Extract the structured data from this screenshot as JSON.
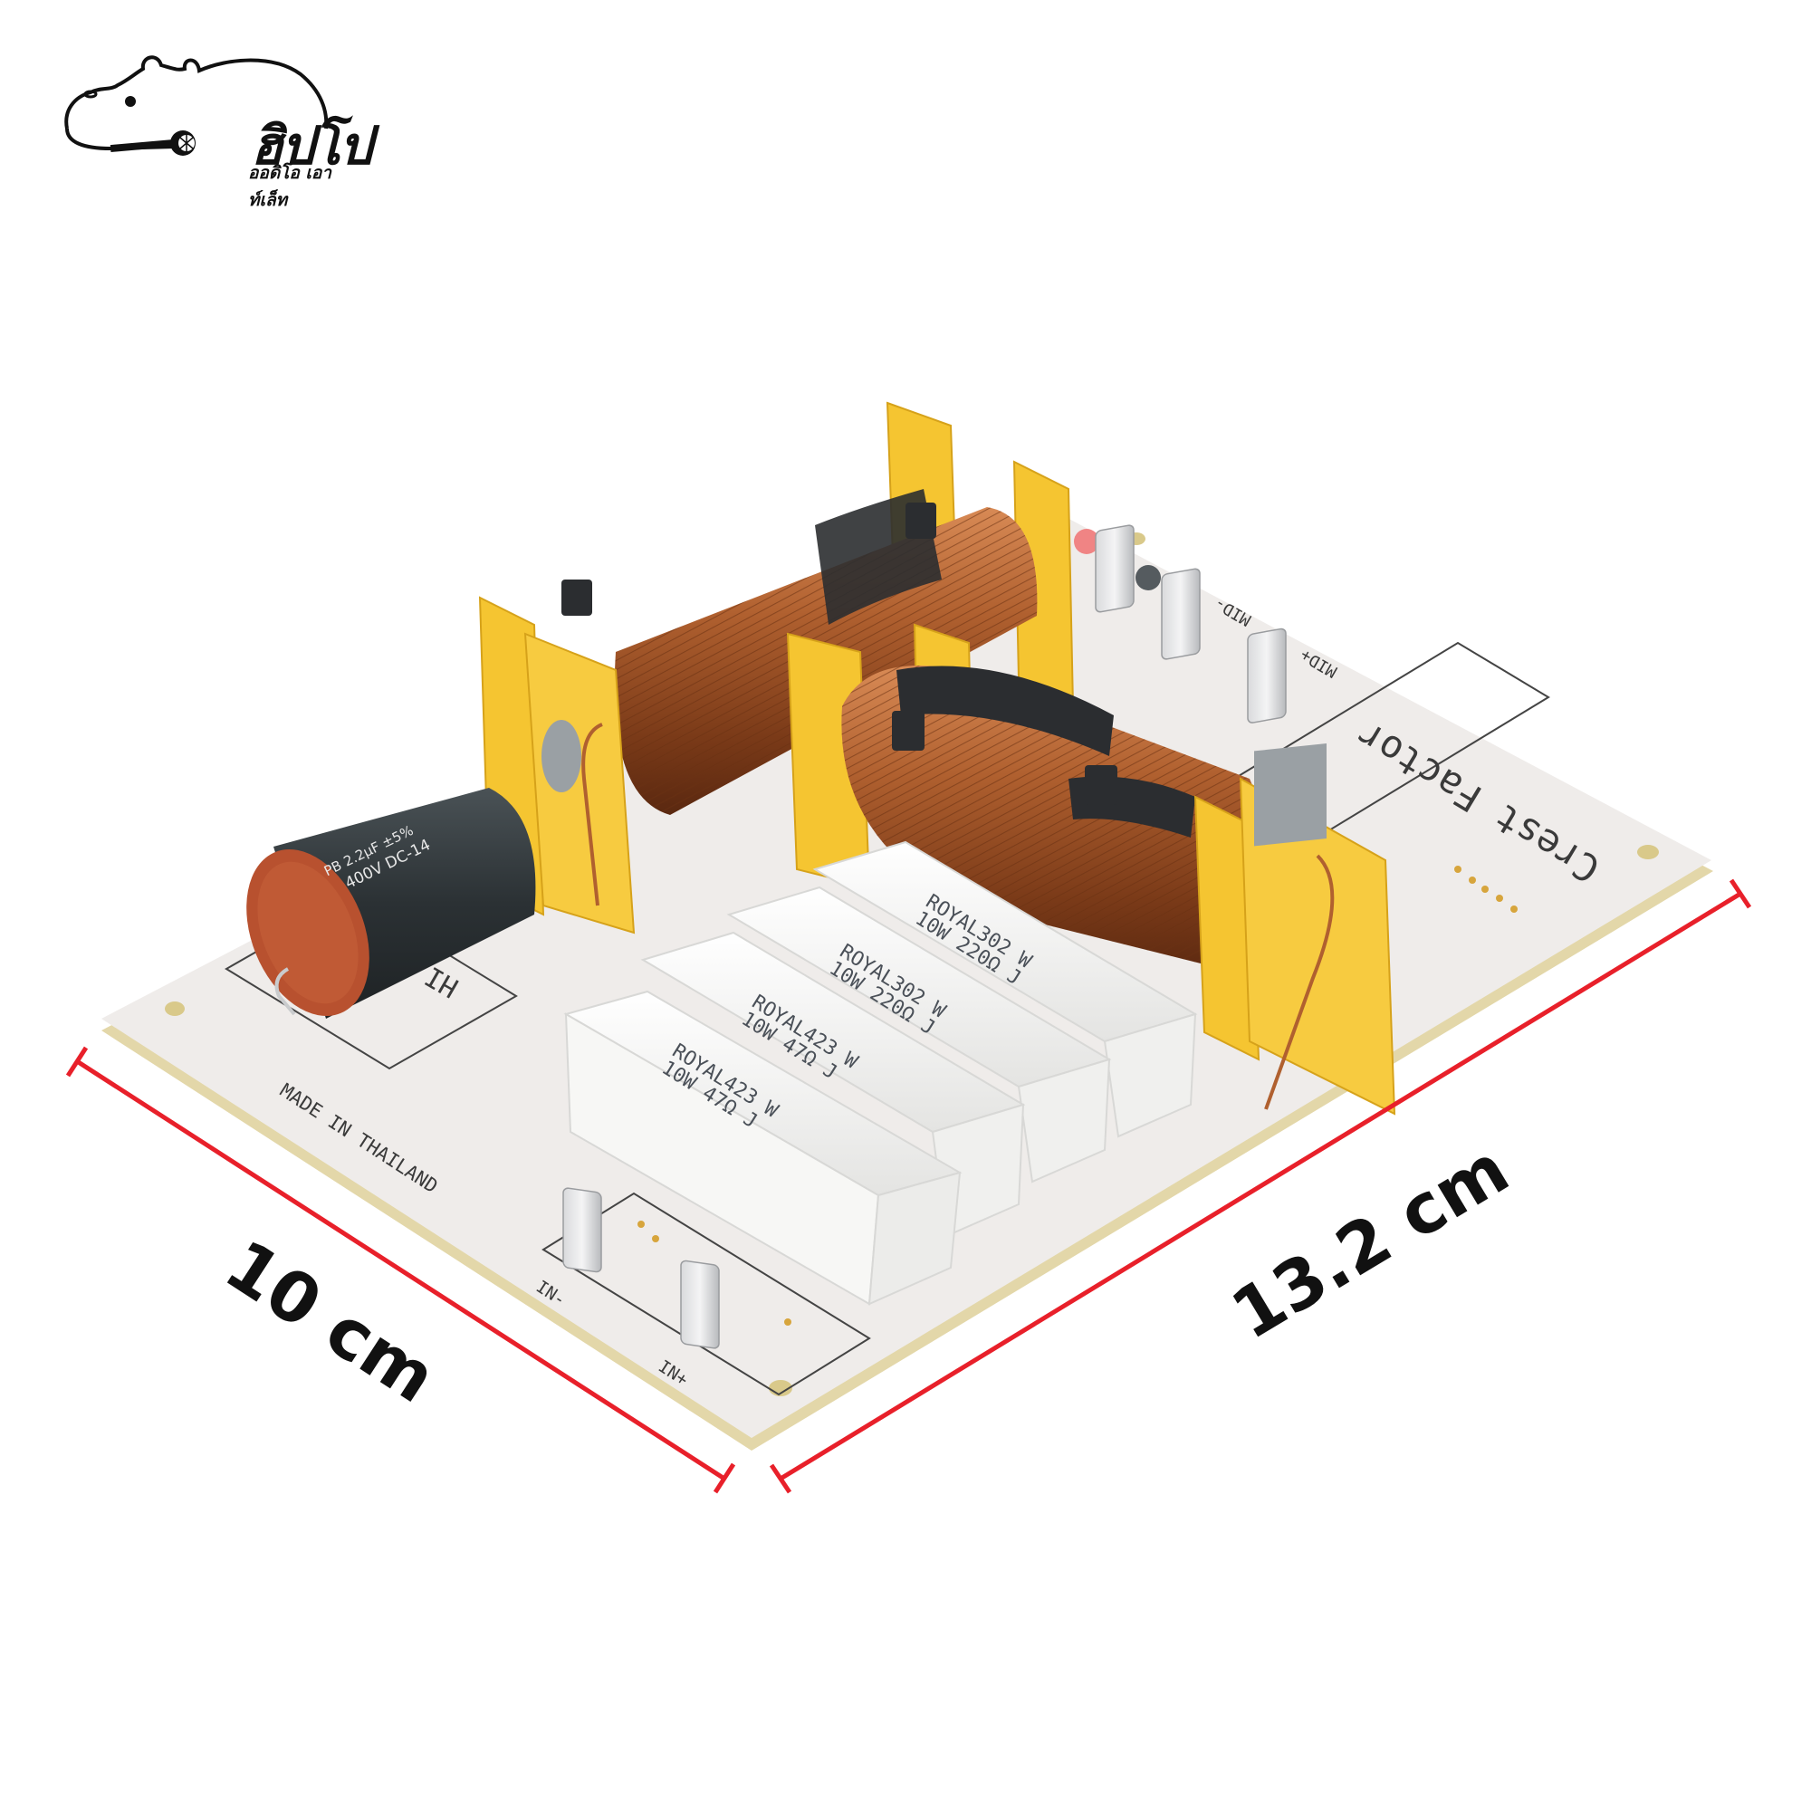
{
  "brand": {
    "name_thai": "ฮิปโป",
    "tagline_thai": "ออดิโอ เอาท์เล็ท",
    "logo_icon": "hippo-with-microphone-icon"
  },
  "product": {
    "type": "speaker crossover network PCB",
    "board_label": "Crest Factor",
    "origin_label": "MADE IN THAILAND",
    "terminals": [
      {
        "label": "IN-"
      },
      {
        "label": "IN+"
      },
      {
        "label": "MID-"
      },
      {
        "label": "MID+"
      }
    ],
    "section_label": "HI",
    "capacitor": {
      "line1": "PB 2.2µF ±5%",
      "line2": "400V DC-14"
    },
    "resistors": [
      {
        "line1": "ROYAL423 W",
        "line2": "10W 47Ω J"
      },
      {
        "line1": "ROYAL423 W",
        "line2": "10W 47Ω J"
      },
      {
        "line1": "ROYAL302 W",
        "line2": "10W 220Ω J"
      },
      {
        "line1": "ROYAL302 W",
        "line2": "10W 220Ω J"
      }
    ],
    "inductors": [
      {
        "name": "air-core coil left"
      },
      {
        "name": "iron-core coil right"
      }
    ]
  },
  "dimensions": {
    "width_label": "10 cm",
    "length_label": "13.2 cm",
    "line_color": "#e8202a"
  },
  "colors": {
    "pcb": "#efecea",
    "pcb_edge": "#e6dcb4",
    "bobbin": "#f5c531",
    "copper": "#a8552a",
    "cable_tie": "#2b2d30",
    "capacitor_body": "#2e3438",
    "capacitor_cap": "#b8512f",
    "resistor": "#f8f8f6"
  }
}
